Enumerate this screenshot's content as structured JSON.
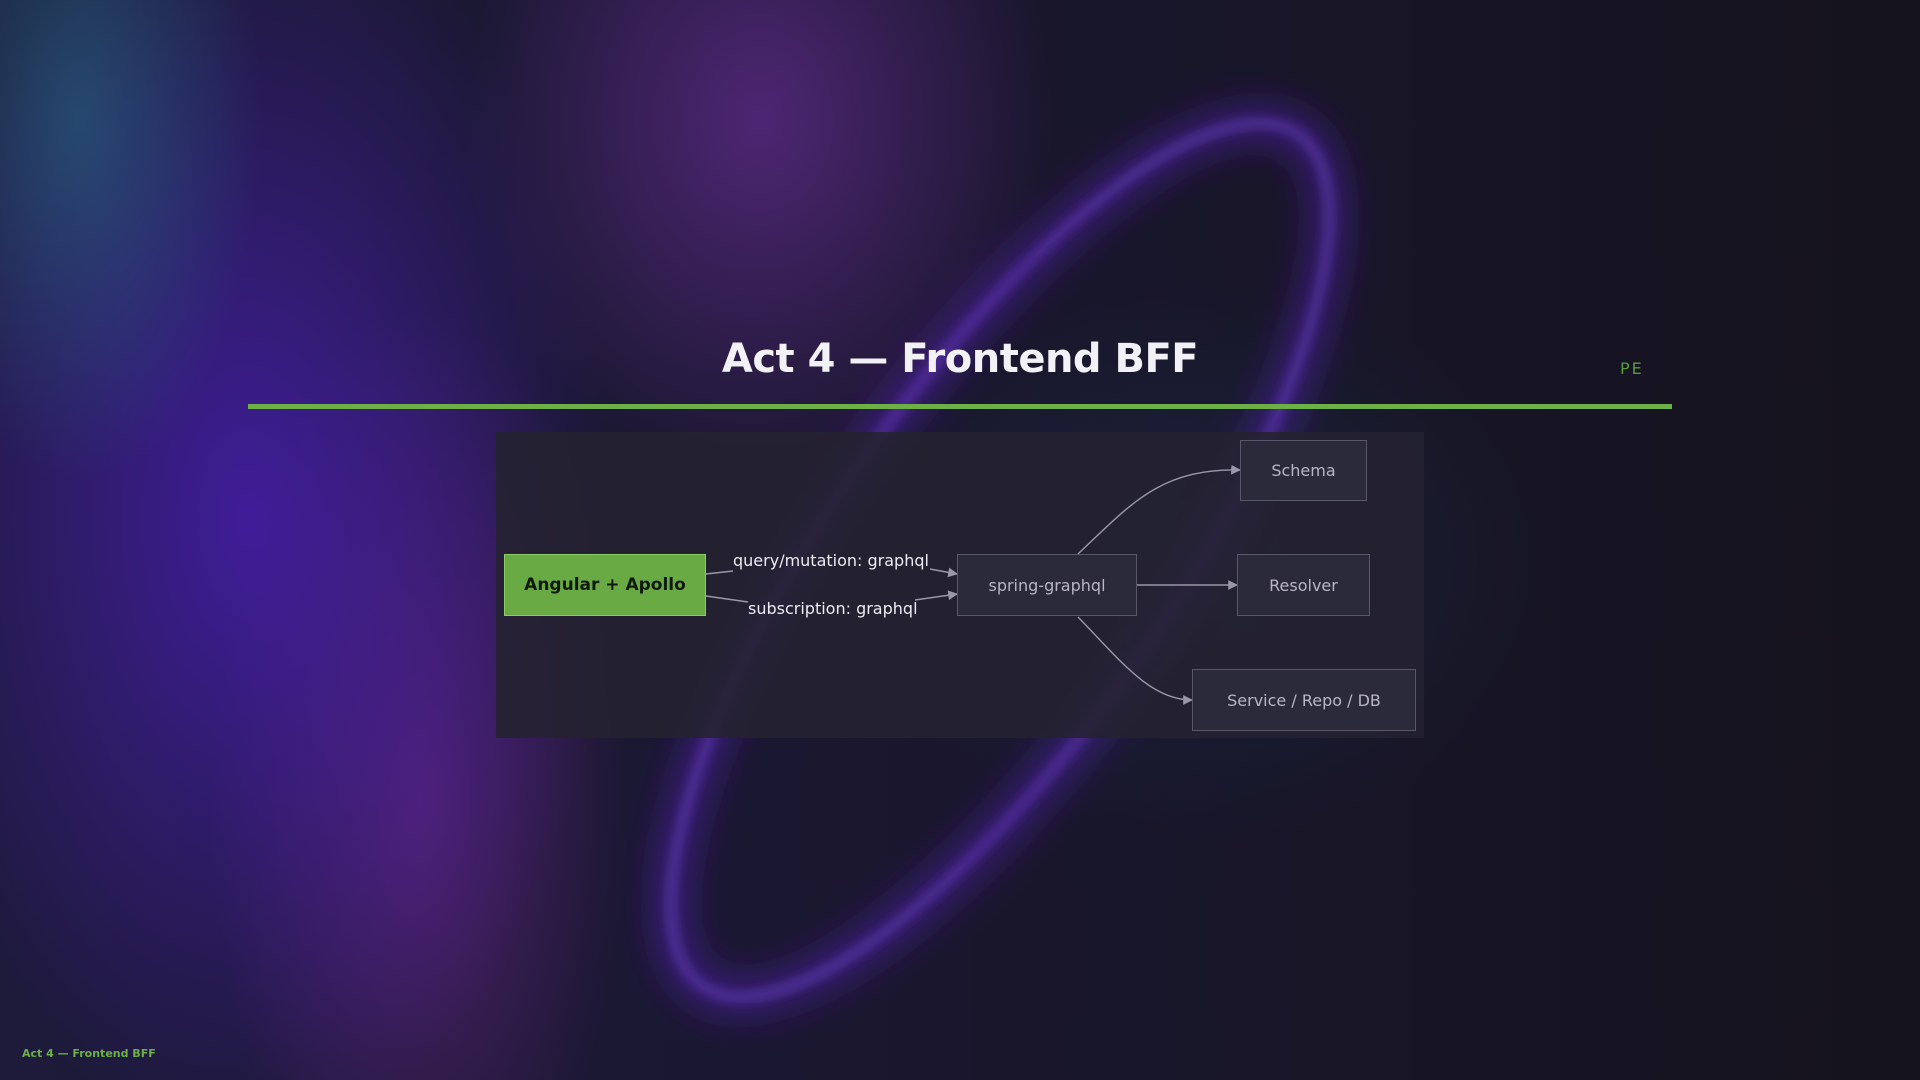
{
  "slide": {
    "title": "Act 4 — Frontend BFF",
    "corner_tag": "PE",
    "footer": "Act 4 — Frontend BFF"
  },
  "diagram": {
    "nodes": {
      "client": "Angular + Apollo",
      "gateway": "spring-graphql",
      "schema": "Schema",
      "resolver": "Resolver",
      "service": "Service / Repo / DB"
    },
    "edges": {
      "query": "query/mutation: graphql",
      "subscription": "subscription: graphql"
    },
    "colors": {
      "accent": "#6cb047",
      "node_fill": "#2b2a3a",
      "edge": "#9a98a8"
    }
  }
}
